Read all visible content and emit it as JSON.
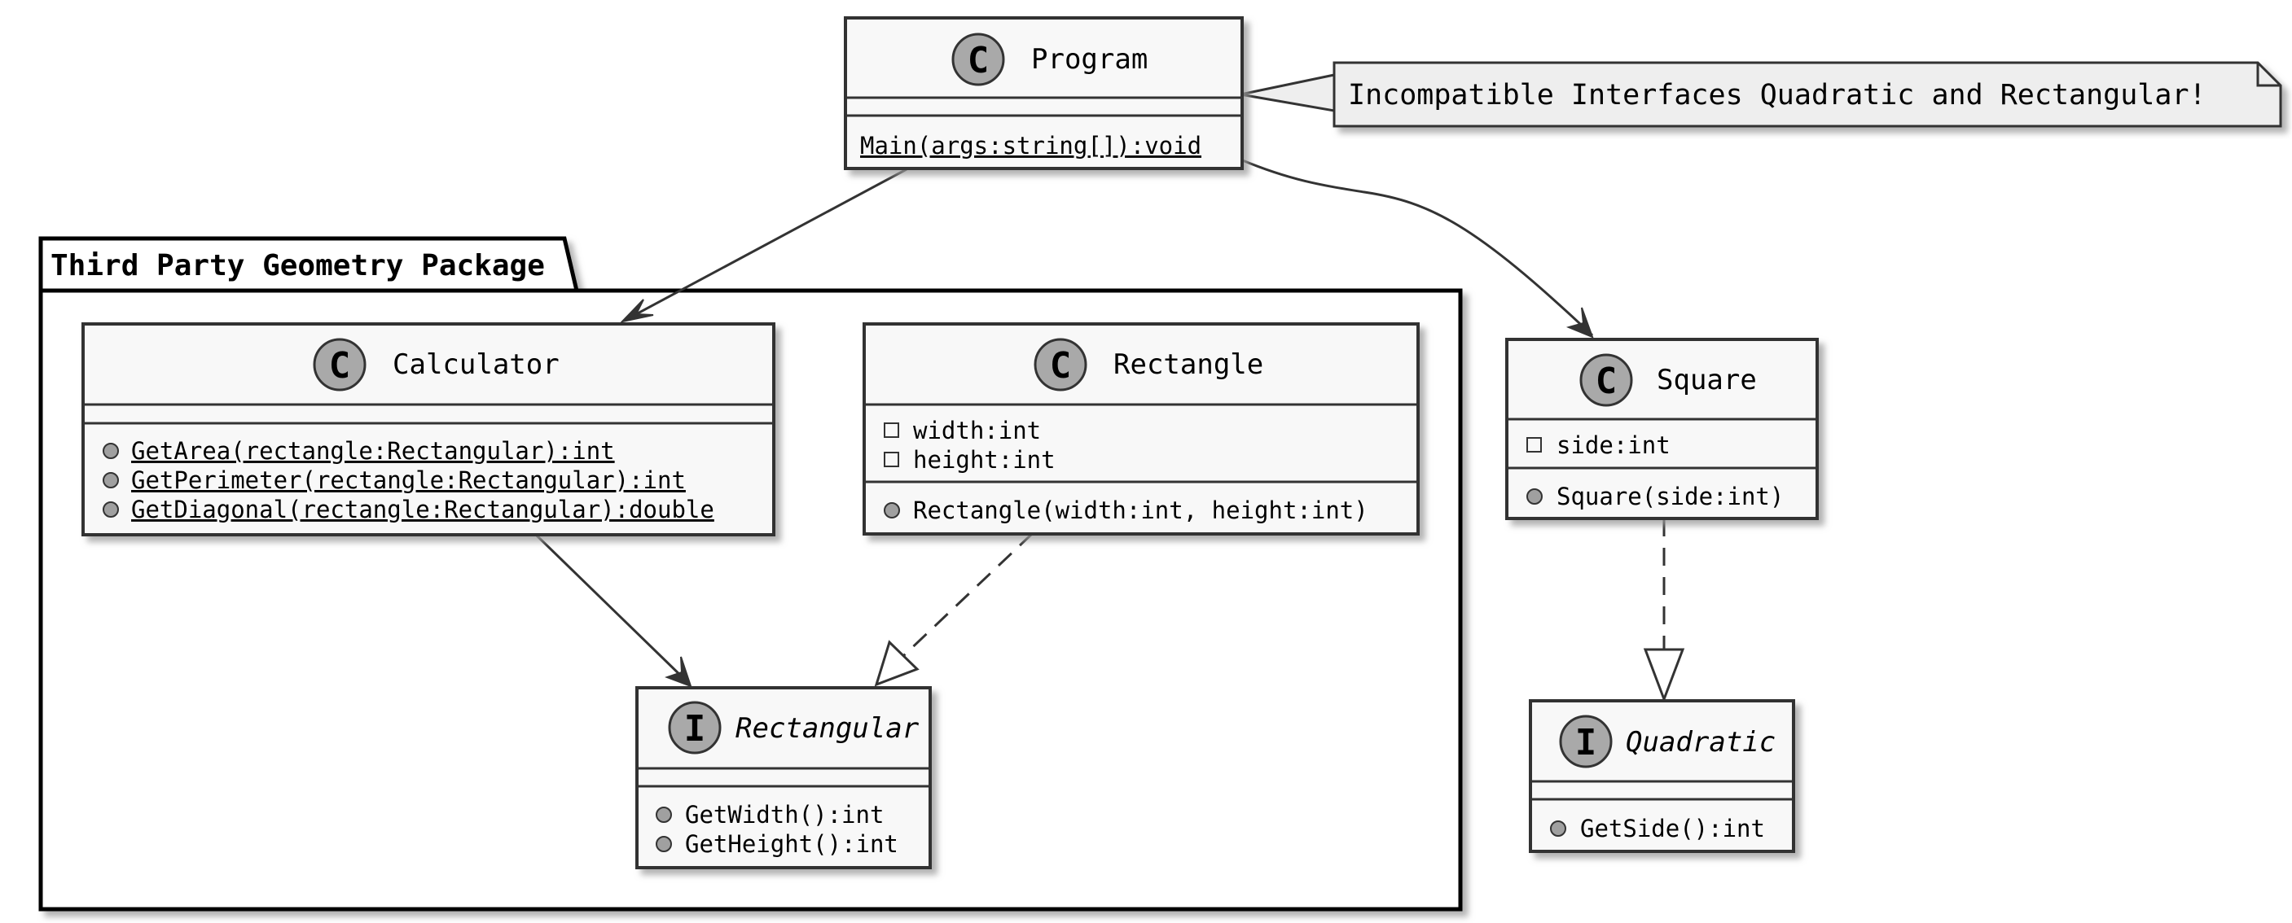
{
  "package": {
    "title": "Third Party Geometry Package"
  },
  "note": {
    "text": "Incompatible Interfaces Quadratic and Rectangular!"
  },
  "classes": {
    "program": {
      "stereotype": "C",
      "name": "Program",
      "methods": [
        "Main(args:string[]):void"
      ]
    },
    "calculator": {
      "stereotype": "C",
      "name": "Calculator",
      "methods": [
        "GetArea(rectangle:Rectangular):int",
        "GetPerimeter(rectangle:Rectangular):int",
        "GetDiagonal(rectangle:Rectangular):double"
      ]
    },
    "rectangle": {
      "stereotype": "C",
      "name": "Rectangle",
      "fields": [
        "width:int",
        "height:int"
      ],
      "methods": [
        "Rectangle(width:int, height:int)"
      ]
    },
    "square": {
      "stereotype": "C",
      "name": "Square",
      "fields": [
        "side:int"
      ],
      "methods": [
        "Square(side:int)"
      ]
    },
    "rectangular": {
      "stereotype": "I",
      "name": "Rectangular",
      "methods": [
        "GetWidth():int",
        "GetHeight():int"
      ]
    },
    "quadratic": {
      "stereotype": "I",
      "name": "Quadratic",
      "methods": [
        "GetSide():int"
      ]
    }
  },
  "colors": {
    "box_fill": "#f8f8f8",
    "stroke": "#333333",
    "class_circle": "#a9a9a9",
    "interface_circle": "#a9a9a9",
    "public_marker": "#a0a0a0",
    "shadow": "#bdbdbd"
  },
  "icons": {
    "public_member": "filled-circle",
    "private_member": "hollow-square"
  }
}
